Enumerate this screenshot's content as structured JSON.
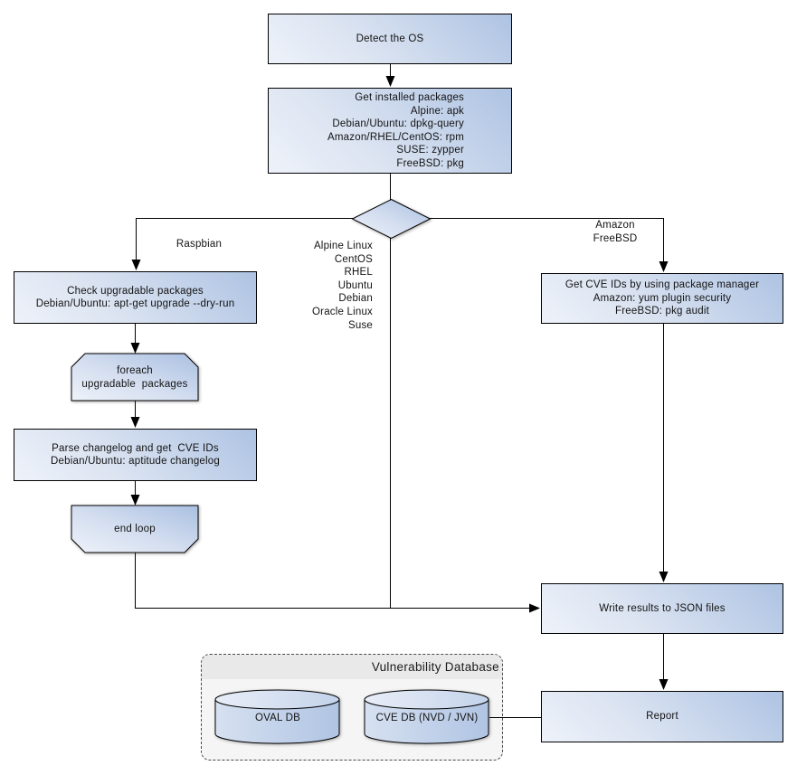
{
  "diagram_type": "flowchart",
  "nodes": {
    "detect_os": {
      "label": "Detect the OS"
    },
    "get_installed": {
      "label": "Get installed packages\nAlpine: apk\nDebian/Ubuntu: dpkg-query\nAmazon/RHEL/CentOS: rpm\nSUSE: zypper\nFreeBSD: pkg"
    },
    "check_upgradable": {
      "label": "Check upgradable packages\nDebian/Ubuntu: apt-get upgrade --dry-run"
    },
    "foreach_loop": {
      "label": "foreach\nupgradable  packages"
    },
    "parse_changelog": {
      "label": "Parse changelog and get  CVE IDs\nDebian/Ubuntu: aptitude changelog"
    },
    "end_loop": {
      "label": "end loop"
    },
    "get_cve_ids": {
      "label": "Get CVE IDs by using package manager\nAmazon: yum plugin security\nFreeBSD: pkg audit"
    },
    "write_results": {
      "label": "Write results to JSON files"
    },
    "report": {
      "label": "Report"
    }
  },
  "edge_labels": {
    "raspbian": "Raspbian",
    "os_list": "Alpine Linux\nCentOS\nRHEL\nUbuntu\nDebian\nOracle Linux\nSuse",
    "amazon_freebsd": "Amazon\nFreeBSD"
  },
  "database": {
    "title": "Vulnerability Database",
    "cylinders": [
      {
        "label": "OVAL DB"
      },
      {
        "label": "CVE DB (NVD / JVN)"
      }
    ]
  },
  "colors": {
    "node_fill_light": "#eef2fa",
    "node_fill_dark": "#aec3e3",
    "node_border": "#000000",
    "connector": "#000000",
    "db_container_bg": "#f5f5f5",
    "db_header_bg": "#e9e9e9",
    "text": "#131313"
  }
}
